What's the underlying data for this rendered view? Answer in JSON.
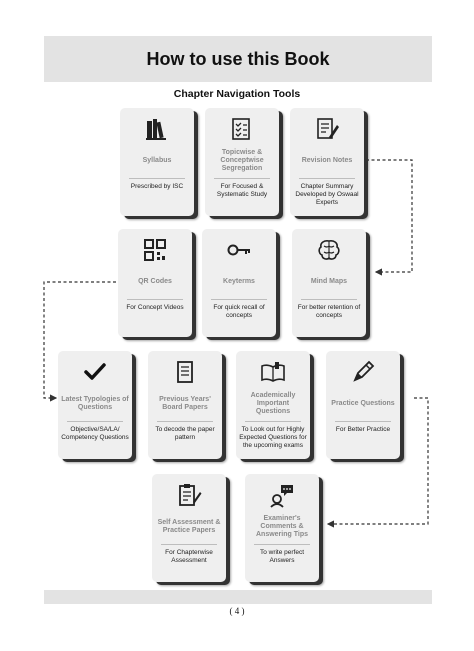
{
  "page_title": "How to use this Book",
  "section_title": "Chapter Navigation Tools",
  "cards": [
    {
      "name": "Syllabus",
      "desc": "Prescribed by ISC",
      "icon": "books-icon"
    },
    {
      "name": "Topicwise & Conceptwise Segregation",
      "desc": "For Focused & Systematic Study",
      "icon": "checklist-icon"
    },
    {
      "name": "Revision Notes",
      "desc": "Chapter Summary Developed by Oswaal Experts",
      "icon": "notes-pen-icon"
    },
    {
      "name": "QR Codes",
      "desc": "For Concept Videos",
      "icon": "qr-code-icon"
    },
    {
      "name": "Keyterms",
      "desc": "For quick recall of concepts",
      "icon": "key-icon"
    },
    {
      "name": "Mind Maps",
      "desc": "For better retention of concepts",
      "icon": "brain-icon"
    },
    {
      "name": "Latest Typologies of Questions",
      "desc": "Objective/SA/LA/ Competency Questions",
      "icon": "checkmark-icon"
    },
    {
      "name": "Previous Years' Board Papers",
      "desc": "To decode the paper pattern",
      "icon": "document-icon"
    },
    {
      "name": "Academically Important Questions",
      "desc": "To Look out for Highly Expected Questions for the upcoming exams",
      "icon": "open-book-icon"
    },
    {
      "name": "Practice Questions",
      "desc": "For Better Practice",
      "icon": "pencil-icon"
    },
    {
      "name": "Self Assessment & Practice Papers",
      "desc": "For Chapterwise Assessment",
      "icon": "clipboard-pen-icon"
    },
    {
      "name": "Examiner's Comments & Answering Tips",
      "desc": "To write perfect Answers",
      "icon": "speech-icon"
    }
  ],
  "page_number": "( 4 )"
}
